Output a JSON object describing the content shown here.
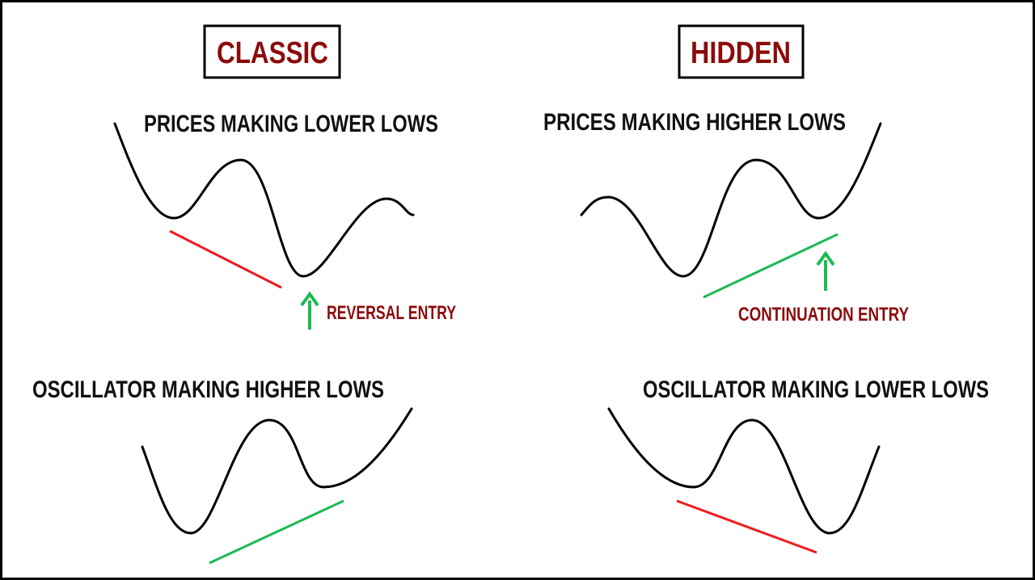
{
  "classic": {
    "title": "CLASSIC",
    "price_caption": "PRICES MAKING LOWER LOWS",
    "oscillator_caption": "OSCILLATOR MAKING HIGHER LOWS",
    "entry_label": "REVERSAL ENTRY"
  },
  "hidden": {
    "title": "HIDDEN",
    "price_caption": "PRICES MAKING HIGHER LOWS",
    "oscillator_caption": "OSCILLATOR MAKING LOWER LOWS",
    "entry_label": "CONTINUATION ENTRY"
  },
  "colors": {
    "title_text": "#8b0b0b",
    "bullish_line": "#1db954",
    "bearish_line": "#ee1c1c",
    "curve": "#000000",
    "arrow": "#1db954"
  }
}
